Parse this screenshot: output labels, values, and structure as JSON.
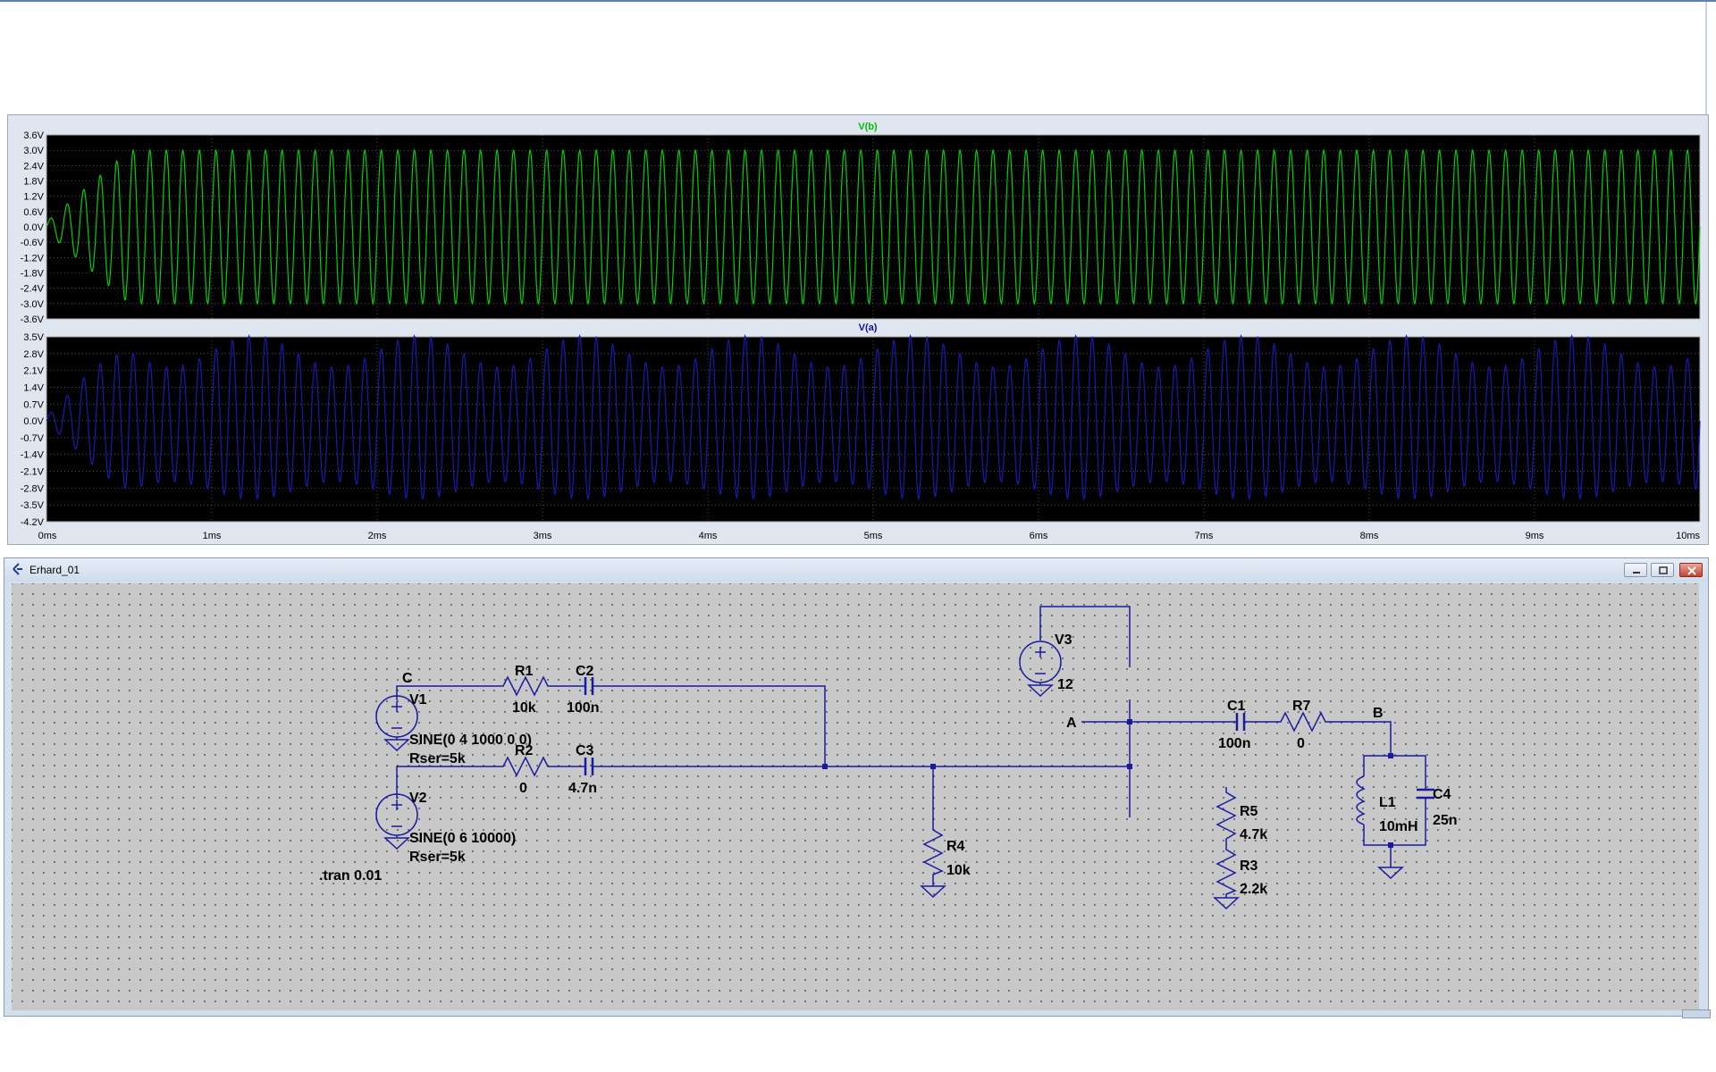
{
  "waveform": {
    "top_pane": {
      "trace_label": "V(b)",
      "trace_color": "#00c000",
      "y_ticks": [
        "3.6V",
        "3.0V",
        "2.4V",
        "1.8V",
        "1.2V",
        "0.6V",
        "0.0V",
        "-0.6V",
        "-1.2V",
        "-1.8V",
        "-2.4V",
        "-3.0V",
        "-3.6V"
      ]
    },
    "bottom_pane": {
      "trace_label": "V(a)",
      "trace_color": "#1010a0",
      "y_ticks": [
        "3.5V",
        "2.8V",
        "2.1V",
        "1.4V",
        "0.7V",
        "0.0V",
        "-0.7V",
        "-1.4V",
        "-2.1V",
        "-2.8V",
        "-3.5V",
        "-4.2V"
      ]
    },
    "x_ticks": [
      "0ms",
      "1ms",
      "2ms",
      "3ms",
      "4ms",
      "5ms",
      "6ms",
      "7ms",
      "8ms",
      "9ms",
      "10ms"
    ],
    "background": "#000000",
    "grid_color": "#808080"
  },
  "chart_data": [
    {
      "type": "line",
      "series": [
        {
          "name": "V(b)",
          "x": [
            0,
            0.5,
            10
          ],
          "y_amplitude": [
            0.2,
            3.0,
            3.0
          ],
          "frequency_hz": 10000
        }
      ],
      "xlim": [
        0,
        10
      ],
      "ylim": [
        -3.6,
        3.6
      ],
      "grid": true
    },
    {
      "type": "line",
      "series": [
        {
          "name": "V(a)",
          "x": [
            0,
            0.5,
            10
          ],
          "y_amplitude": [
            0.2,
            3.4,
            3.4
          ],
          "frequency_hz": 10000,
          "beat_frequency_hz": 1000
        }
      ],
      "xlim": [
        0,
        10
      ],
      "ylim": [
        -4.2,
        3.5
      ],
      "grid": true
    }
  ],
  "schematic_window": {
    "title": "Erhard_01",
    "buttons": {
      "minimize": "minimize",
      "maximize": "maximize",
      "close": "close"
    }
  },
  "schematic": {
    "net_labels": {
      "c": "C",
      "a": "A",
      "b": "B"
    },
    "V1": {
      "name": "V1",
      "value1": "SINE(0 4 1000 0 0)",
      "value2": "Rser=5k"
    },
    "V2": {
      "name": "V2",
      "value1": "SINE(0 6 10000)",
      "value2": "Rser=5k"
    },
    "V3": {
      "name": "V3",
      "value": "12"
    },
    "R1": {
      "name": "R1",
      "value": "10k"
    },
    "R2": {
      "name": "R2",
      "value": "0"
    },
    "R3": {
      "name": "R3",
      "value": "2.2k"
    },
    "R4": {
      "name": "R4",
      "value": "10k"
    },
    "R5": {
      "name": "R5",
      "value": "4.7k"
    },
    "R7": {
      "name": "R7",
      "value": "0"
    },
    "C1": {
      "name": "C1",
      "value": "100n"
    },
    "C2": {
      "name": "C2",
      "value": "100n"
    },
    "C3": {
      "name": "C3",
      "value": "4.7n"
    },
    "C4": {
      "name": "C4",
      "value": "25n"
    },
    "L1": {
      "name": "L1",
      "value": "10mH"
    },
    "directive": ".tran 0.01",
    "wire_color": "#1a1aa0"
  }
}
